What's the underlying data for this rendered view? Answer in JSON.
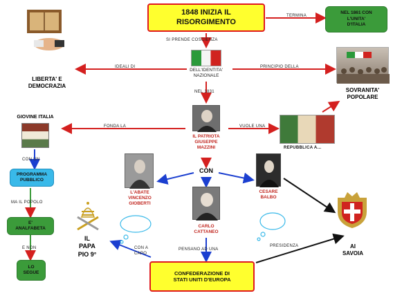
{
  "title": "1848     INIZIA    IL\nRISORGIMENTO",
  "termina_label": "TERMINA",
  "unita": "NEL   1861   CON\nL'UNITA'\nD'ITALIA",
  "prende_label": "SI     PRENDE     COSCIENZA",
  "identita": "DELL'IDENTITA'\nNAZIONALE",
  "ideali_label": "IDEALI     DI",
  "principio_label": "PRINCIPIO     DELLA",
  "liberta": "LIBERTA'     E\nDEMOCRAZIA",
  "sovranita": "SOVRANITA'\nPOPOLARE",
  "nel1831_label": "NEL     1831",
  "fonda_label": "FONDA     LA",
  "vuole_label": "VUOLE     UNA",
  "giovine": "GIOVINE          ITALIA",
  "mazzini": "IL     PATRIOTA\nGIUSEPPE\nMAZZINI",
  "repubblica": "REPUBBLICA     A...",
  "con_un_label": "CON     UN",
  "programma": "PROGRAMMA\nPUBBLICO",
  "con_big": "CON",
  "gioberti": "L'ABATE\nVINCENZO\nGIOBERTI",
  "balbo": "CESARE\nBALBO",
  "il_popolo_label": "MA     IL     POPOLO",
  "analfabeta": "E'\nANALFABETA",
  "papa": "IL\nPAPA\nPIO   9°",
  "cattaneo": "CARLO\nCATTANEO",
  "savoia": "AI\nSAVOIA",
  "e_non_label": "E     NON",
  "segue": "LO\nSEGUE",
  "con_a_capo_label": "CON     A\nCAPO",
  "pensano_label": "PENSANO     AD     UNA",
  "presidenza_label": "PRESIDENZA",
  "confederazione": "CONFEDERAZIONE          DI\nSTATI     UNITI     D'EUROPA",
  "colors": {
    "yellow": "#ffff2e",
    "red_border": "#e0181d",
    "green": "#3b9b3a",
    "cyan": "#39b9e9",
    "arrow_red": "#d4201f",
    "arrow_blue": "#1b3fd0",
    "arrow_black": "#111111"
  }
}
